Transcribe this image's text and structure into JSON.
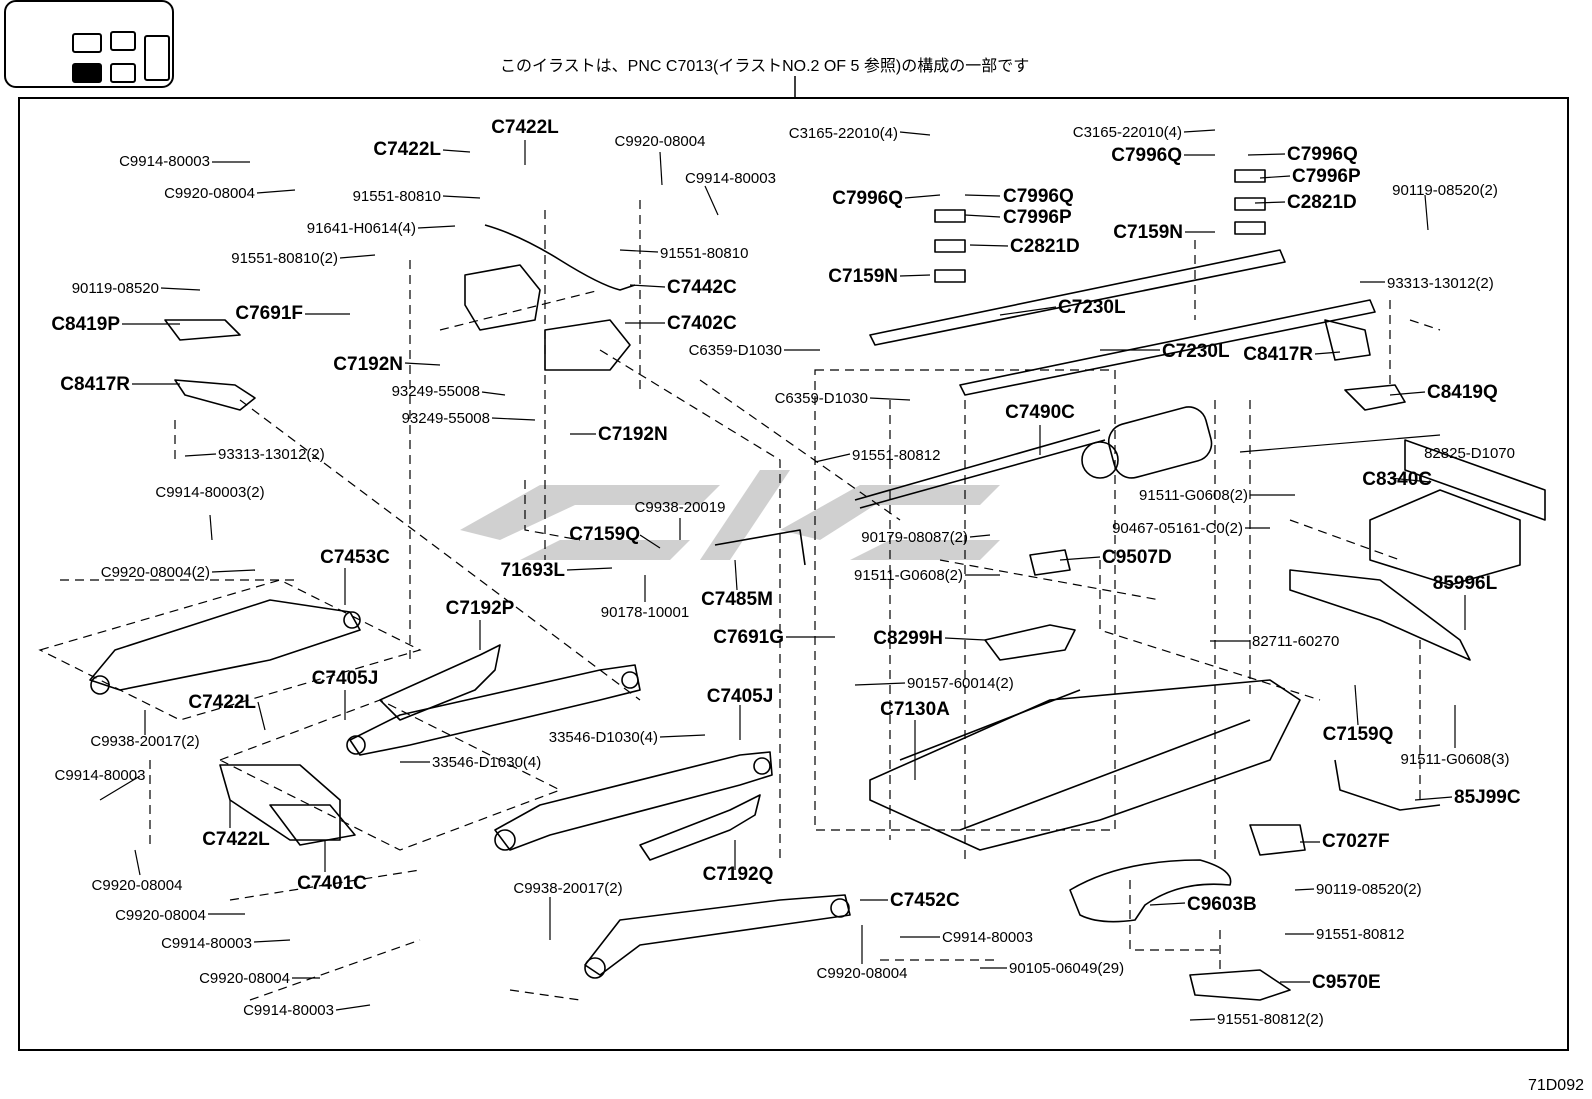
{
  "header_note": "このイラストは、PNC C7013(イラストNO.2  OF 5  参照)の構成の一部です",
  "illustration_code": "71D092",
  "locator": {
    "selected_index": 3
  },
  "labels": [
    {
      "id": "l1",
      "text": "C9914-80003"
    },
    {
      "id": "l2",
      "text": "C9920-08004"
    },
    {
      "id": "l3",
      "text": "C7422L"
    },
    {
      "id": "l4",
      "text": "C7422L"
    },
    {
      "id": "l5",
      "text": "91551-80810"
    },
    {
      "id": "l6",
      "text": "91641-H0614(4)"
    },
    {
      "id": "l7",
      "text": "91551-80810(2)"
    },
    {
      "id": "l8",
      "text": "90119-08520"
    },
    {
      "id": "l9",
      "text": "C7691F"
    },
    {
      "id": "l10",
      "text": "C8419P"
    },
    {
      "id": "l11",
      "text": "C7192N"
    },
    {
      "id": "l12",
      "text": "C8417R"
    },
    {
      "id": "l13",
      "text": "93249-55008"
    },
    {
      "id": "l14",
      "text": "93249-55008"
    },
    {
      "id": "l15",
      "text": "C7192N"
    },
    {
      "id": "l16",
      "text": "93313-13012(2)"
    },
    {
      "id": "l17",
      "text": "C9914-80003(2)"
    },
    {
      "id": "l18",
      "text": "C9920-08004(2)"
    },
    {
      "id": "l19",
      "text": "C7453C"
    },
    {
      "id": "l20",
      "text": "C9920-08004"
    },
    {
      "id": "l21",
      "text": "C9914-80003"
    },
    {
      "id": "l22",
      "text": "91551-80810"
    },
    {
      "id": "l23",
      "text": "C7442C"
    },
    {
      "id": "l24",
      "text": "C7402C"
    },
    {
      "id": "l25",
      "text": "C6359-D1030"
    },
    {
      "id": "l26",
      "text": "C6359-D1030"
    },
    {
      "id": "l27",
      "text": "C3165-22010(4)"
    },
    {
      "id": "l28",
      "text": "C7996Q"
    },
    {
      "id": "l29",
      "text": "C7996Q"
    },
    {
      "id": "l30",
      "text": "C7996P"
    },
    {
      "id": "l31",
      "text": "C2821D"
    },
    {
      "id": "l32",
      "text": "C7159N"
    },
    {
      "id": "l33",
      "text": "C7230L"
    },
    {
      "id": "l34",
      "text": "C7230L"
    },
    {
      "id": "l35",
      "text": "C3165-22010(4)"
    },
    {
      "id": "l36",
      "text": "C7996Q"
    },
    {
      "id": "l37",
      "text": "C7996Q"
    },
    {
      "id": "l38",
      "text": "C7996P"
    },
    {
      "id": "l39",
      "text": "C2821D"
    },
    {
      "id": "l40",
      "text": "C7159N"
    },
    {
      "id": "l41",
      "text": "90119-08520(2)"
    },
    {
      "id": "l42",
      "text": "93313-13012(2)"
    },
    {
      "id": "l43",
      "text": "C8417R"
    },
    {
      "id": "l44",
      "text": "C8419Q"
    },
    {
      "id": "l45",
      "text": "C7490C"
    },
    {
      "id": "l46",
      "text": "91551-80812"
    },
    {
      "id": "l47",
      "text": "82825-D1070"
    },
    {
      "id": "l48",
      "text": "C8340C"
    },
    {
      "id": "l49",
      "text": "91511-G0608(2)"
    },
    {
      "id": "l50",
      "text": "90467-05161-C0(2)"
    },
    {
      "id": "l51",
      "text": "C9938-20019"
    },
    {
      "id": "l52",
      "text": "C7159Q"
    },
    {
      "id": "l53",
      "text": "71693L"
    },
    {
      "id": "l54",
      "text": "90178-10001"
    },
    {
      "id": "l55",
      "text": "C7485M"
    },
    {
      "id": "l56",
      "text": "90179-08087(2)"
    },
    {
      "id": "l57",
      "text": "C9507D"
    },
    {
      "id": "l58",
      "text": "91511-G0608(2)"
    },
    {
      "id": "l59",
      "text": "85996L"
    },
    {
      "id": "l60",
      "text": "C7192P"
    },
    {
      "id": "l61",
      "text": "C7691G"
    },
    {
      "id": "l62",
      "text": "C8299H"
    },
    {
      "id": "l63",
      "text": "82711-60270"
    },
    {
      "id": "l64",
      "text": "90157-60014(2)"
    },
    {
      "id": "l65",
      "text": "C7405J"
    },
    {
      "id": "l66",
      "text": "C7422L"
    },
    {
      "id": "l67",
      "text": "C9938-20017(2)"
    },
    {
      "id": "l68",
      "text": "C9914-80003"
    },
    {
      "id": "l69",
      "text": "33546-D1030(4)"
    },
    {
      "id": "l70",
      "text": "33546-D1030(4)"
    },
    {
      "id": "l71",
      "text": "C7405J"
    },
    {
      "id": "l72",
      "text": "C7130A"
    },
    {
      "id": "l73",
      "text": "C7159Q"
    },
    {
      "id": "l74",
      "text": "91511-G0608(3)"
    },
    {
      "id": "l75",
      "text": "85J99C"
    },
    {
      "id": "l76",
      "text": "C7422L"
    },
    {
      "id": "l77",
      "text": "C9920-08004"
    },
    {
      "id": "l78",
      "text": "C7401C"
    },
    {
      "id": "l79",
      "text": "C7192Q"
    },
    {
      "id": "l80",
      "text": "C7027F"
    },
    {
      "id": "l81",
      "text": "C9938-20017(2)"
    },
    {
      "id": "l82",
      "text": "C9920-08004"
    },
    {
      "id": "l83",
      "text": "C9914-80003"
    },
    {
      "id": "l84",
      "text": "C7452C"
    },
    {
      "id": "l85",
      "text": "C9914-80003"
    },
    {
      "id": "l86",
      "text": "C9920-08004"
    },
    {
      "id": "l87",
      "text": "C9603B"
    },
    {
      "id": "l88",
      "text": "90119-08520(2)"
    },
    {
      "id": "l89",
      "text": "91551-80812"
    },
    {
      "id": "l90",
      "text": "C9920-08004"
    },
    {
      "id": "l91",
      "text": "C9914-80003"
    },
    {
      "id": "l92",
      "text": "90105-06049(29)"
    },
    {
      "id": "l93",
      "text": "C9570E"
    },
    {
      "id": "l94",
      "text": "91551-80812(2)"
    }
  ]
}
